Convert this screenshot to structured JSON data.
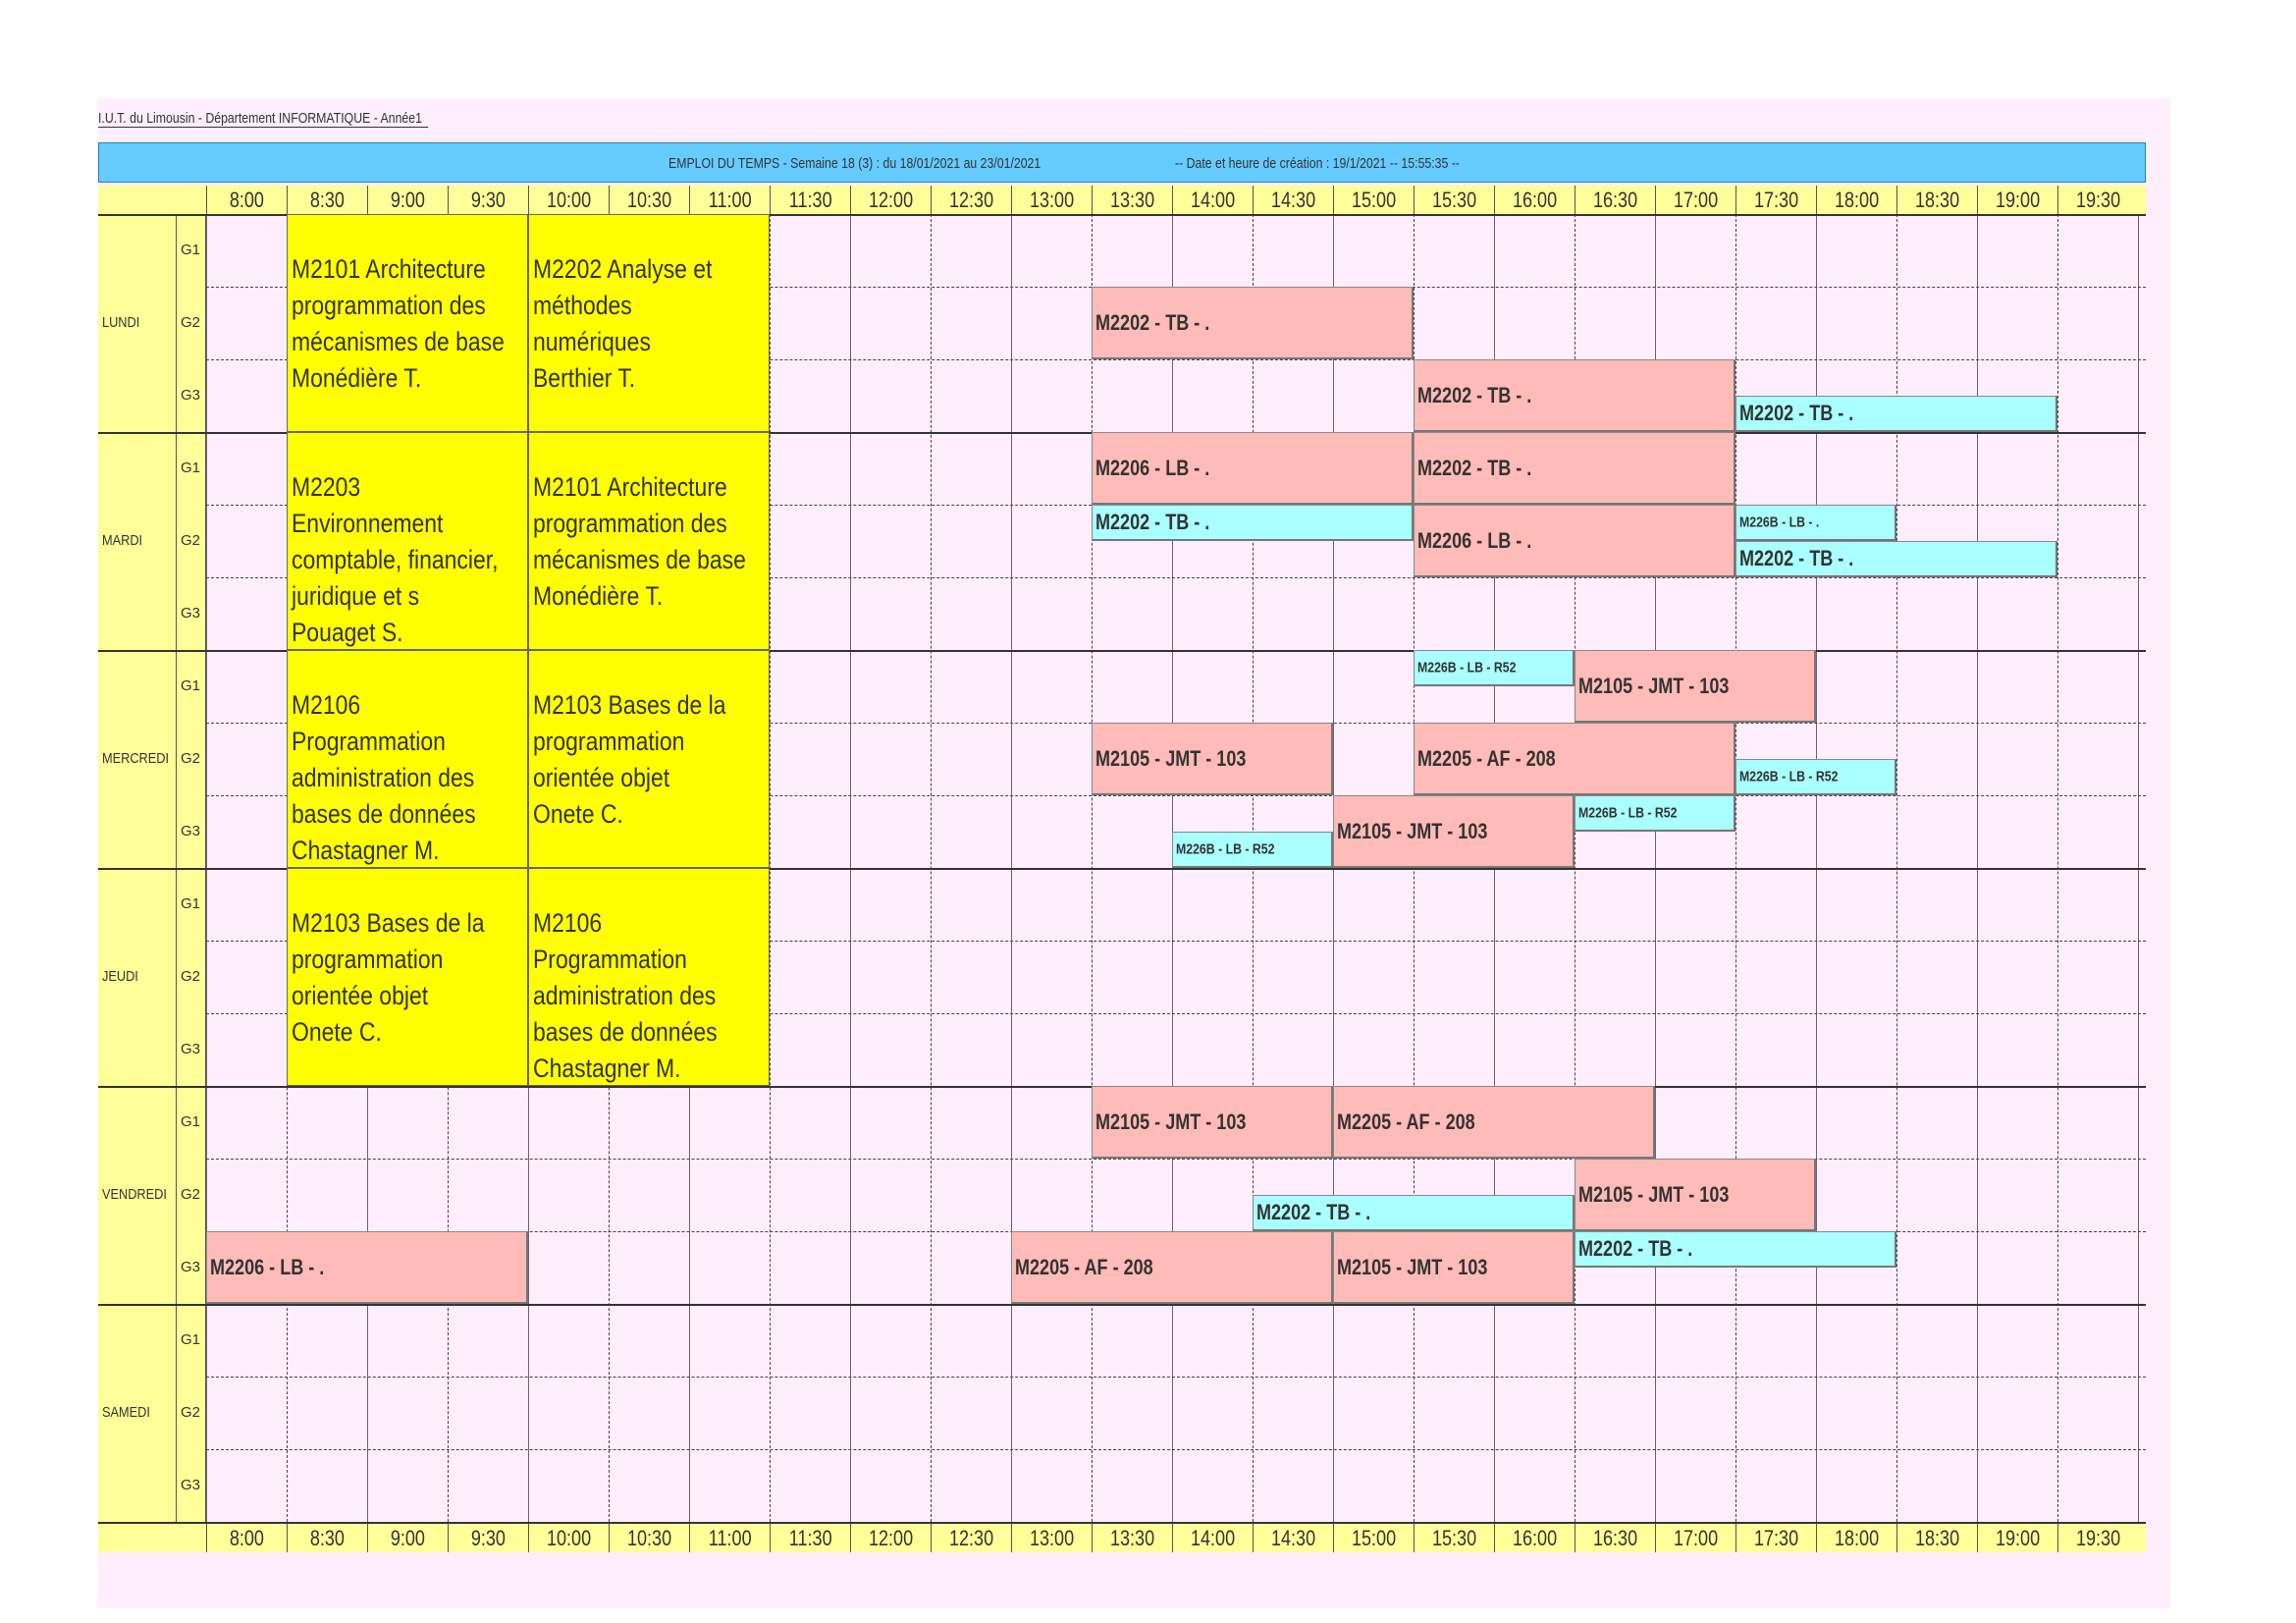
{
  "header": {
    "title": "I.U.T. du Limousin - Département INFORMATIQUE - Année1",
    "banner_left": "EMPLOI DU TEMPS - Semaine 18 (3) : du 18/01/2021 au 23/01/2021",
    "banner_right": "-- Date et heure de création : 19/1/2021 -- 15:55:35 --"
  },
  "times": [
    "8:00",
    "8:30",
    "9:00",
    "9:30",
    "10:00",
    "10:30",
    "11:00",
    "11:30",
    "12:00",
    "12:30",
    "13:00",
    "13:30",
    "14:00",
    "14:30",
    "15:00",
    "15:30",
    "16:00",
    "16:30",
    "17:00",
    "17:30",
    "18:00",
    "18:30",
    "19:00",
    "19:30"
  ],
  "days": [
    "LUNDI",
    "MARDI",
    "MERCREDI",
    "JEUDI",
    "VENDREDI",
    "SAMEDI"
  ],
  "groups": [
    "G1",
    "G2",
    "G3"
  ],
  "colors": {
    "lecture": "#ffff00",
    "td": "#ffbbb7",
    "tp": "#aaffff",
    "sheet": "#ffeefe",
    "banner": "#66ccff",
    "axis": "#ffff99"
  },
  "courses": [
    {
      "day": 0,
      "g0": 0,
      "g1": 2,
      "s": 1,
      "e": 4,
      "kind": "lecture",
      "lines": [
        "M2101 Architecture",
        "programmation des",
        "mécanismes de base",
        "Monédière T."
      ]
    },
    {
      "day": 0,
      "g0": 0,
      "g1": 2,
      "s": 4,
      "e": 7,
      "kind": "lecture",
      "lines": [
        "M2202 Analyse et",
        "méthodes",
        "numériques",
        "Berthier T."
      ]
    },
    {
      "day": 1,
      "g0": 0,
      "g1": 2,
      "s": 1,
      "e": 4,
      "kind": "lecture",
      "lines": [
        "M2203",
        "Environnement",
        "comptable, financier,",
        "juridique et s",
        "Pouaget S."
      ]
    },
    {
      "day": 1,
      "g0": 0,
      "g1": 2,
      "s": 4,
      "e": 7,
      "kind": "lecture",
      "lines": [
        "M2101 Architecture",
        "programmation des",
        "mécanismes de base",
        "Monédière T."
      ]
    },
    {
      "day": 2,
      "g0": 0,
      "g1": 2,
      "s": 1,
      "e": 4,
      "kind": "lecture",
      "lines": [
        "M2106",
        "Programmation",
        "administration des",
        "bases de données",
        "Chastagner M."
      ]
    },
    {
      "day": 2,
      "g0": 0,
      "g1": 2,
      "s": 4,
      "e": 7,
      "kind": "lecture",
      "lines": [
        "M2103 Bases de la",
        "programmation",
        "orientée objet",
        "Onete C."
      ]
    },
    {
      "day": 3,
      "g0": 0,
      "g1": 2,
      "s": 1,
      "e": 4,
      "kind": "lecture",
      "lines": [
        "M2103 Bases de la",
        "programmation",
        "orientée objet",
        "Onete C."
      ]
    },
    {
      "day": 3,
      "g0": 0,
      "g1": 2,
      "s": 4,
      "e": 7,
      "kind": "lecture",
      "lines": [
        "M2106",
        "Programmation",
        "administration des",
        "bases de données",
        "Chastagner M."
      ]
    },
    {
      "day": 0,
      "g0": 1,
      "g1": 1,
      "s": 11,
      "e": 15,
      "kind": "td",
      "label": "M2202 - TB - ."
    },
    {
      "day": 0,
      "g0": 2,
      "g1": 2,
      "s": 15,
      "e": 19,
      "kind": "td",
      "label": "M2202 - TB - ."
    },
    {
      "day": 0,
      "g0": 2.5,
      "g1": 2.5,
      "s": 19,
      "e": 23,
      "kind": "tp",
      "label": "M2202 - TB - ."
    },
    {
      "day": 1,
      "g0": 0,
      "g1": 0,
      "s": 11,
      "e": 15,
      "kind": "td",
      "label": "M2206 - LB - ."
    },
    {
      "day": 1,
      "g0": 0,
      "g1": 0,
      "s": 15,
      "e": 19,
      "kind": "td",
      "label": "M2202 - TB - ."
    },
    {
      "day": 1,
      "g0": 1,
      "g1": 1,
      "s": 11,
      "e": 15,
      "kind": "tp",
      "half": "top",
      "label": "M2202 - TB - ."
    },
    {
      "day": 1,
      "g0": 1,
      "g1": 1,
      "s": 15,
      "e": 19,
      "kind": "td",
      "label": "M2206 - LB - ."
    },
    {
      "day": 1,
      "g0": 1,
      "g1": 1,
      "s": 19,
      "e": 21,
      "kind": "tp",
      "half": "top",
      "small": true,
      "label": "M226B - LB - ."
    },
    {
      "day": 1,
      "g0": 1.5,
      "g1": 1.5,
      "s": 19,
      "e": 23,
      "kind": "tp",
      "label": "M2202 - TB - ."
    },
    {
      "day": 2,
      "g0": 0,
      "g1": 0,
      "s": 15,
      "e": 17,
      "kind": "tp",
      "half": "top",
      "small": true,
      "label": "M226B - LB - R52"
    },
    {
      "day": 2,
      "g0": 0,
      "g1": 0,
      "s": 17,
      "e": 20,
      "kind": "td",
      "label": "M2105 - JMT - 103"
    },
    {
      "day": 2,
      "g0": 1,
      "g1": 1,
      "s": 11,
      "e": 14,
      "kind": "td",
      "label": "M2105 - JMT - 103"
    },
    {
      "day": 2,
      "g0": 1,
      "g1": 1,
      "s": 15,
      "e": 19,
      "kind": "td",
      "label": "M2205 - AF - 208"
    },
    {
      "day": 2,
      "g0": 1.5,
      "g1": 1.5,
      "s": 19,
      "e": 21,
      "kind": "tp",
      "small": true,
      "label": "M226B - LB - R52"
    },
    {
      "day": 2,
      "g0": 2,
      "g1": 2,
      "s": 17,
      "e": 19,
      "kind": "tp",
      "half": "top",
      "small": true,
      "label": "M226B - LB - R52"
    },
    {
      "day": 2,
      "g0": 2,
      "g1": 2,
      "s": 14,
      "e": 17,
      "kind": "td",
      "label": "M2105 - JMT - 103"
    },
    {
      "day": 2,
      "g0": 2.5,
      "g1": 2.5,
      "s": 12,
      "e": 14,
      "kind": "tp",
      "small": true,
      "label": "M226B - LB - R52"
    },
    {
      "day": 4,
      "g0": 0,
      "g1": 0,
      "s": 11,
      "e": 14,
      "kind": "td",
      "label": "M2105 - JMT - 103"
    },
    {
      "day": 4,
      "g0": 0,
      "g1": 0,
      "s": 14,
      "e": 18,
      "kind": "td",
      "label": "M2205 - AF - 208"
    },
    {
      "day": 4,
      "g0": 1,
      "g1": 1,
      "s": 17,
      "e": 20,
      "kind": "td",
      "label": "M2105 - JMT - 103"
    },
    {
      "day": 4,
      "g0": 1.5,
      "g1": 1.5,
      "s": 13,
      "e": 17,
      "kind": "tp",
      "label": "M2202 - TB - ."
    },
    {
      "day": 4,
      "g0": 2,
      "g1": 2,
      "s": 0,
      "e": 4,
      "kind": "td",
      "label": "M2206 - LB - ."
    },
    {
      "day": 4,
      "g0": 2,
      "g1": 2,
      "s": 10,
      "e": 14,
      "kind": "td",
      "label": "M2205 - AF - 208"
    },
    {
      "day": 4,
      "g0": 2,
      "g1": 2,
      "s": 14,
      "e": 17,
      "kind": "td",
      "label": "M2105 - JMT - 103"
    },
    {
      "day": 4,
      "g0": 2,
      "g1": 2,
      "s": 17,
      "e": 21,
      "kind": "tp",
      "half": "top",
      "label": "M2202 - TB - ."
    }
  ]
}
